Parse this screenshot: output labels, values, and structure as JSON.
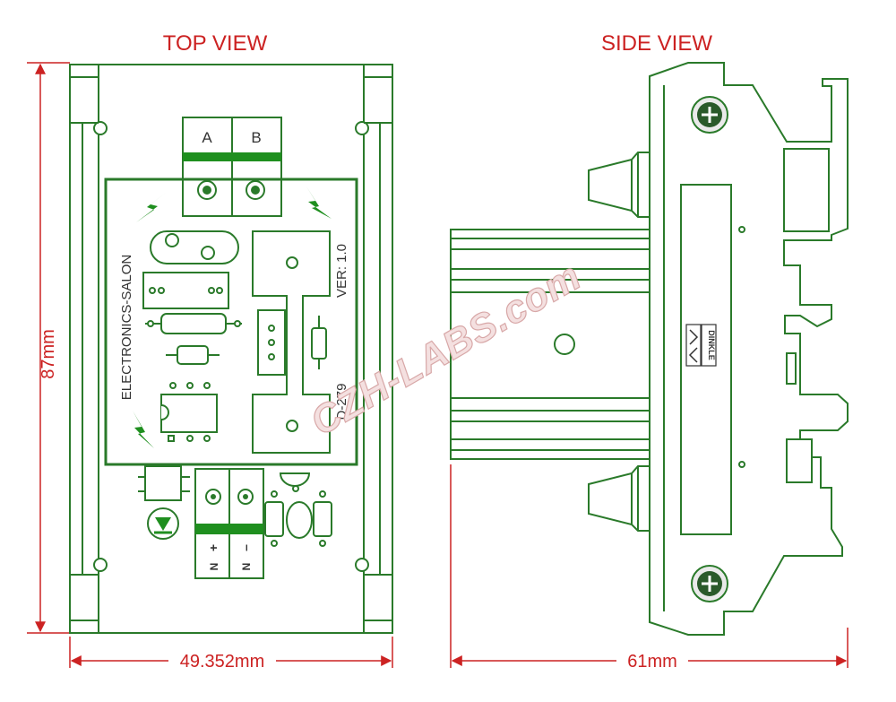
{
  "views": {
    "top_title": "TOP VIEW",
    "side_title": "SIDE VIEW"
  },
  "dimensions": {
    "height": "87mm",
    "top_width": "49.352mm",
    "side_width": "61mm"
  },
  "board": {
    "terminal_top_a": "A",
    "terminal_top_b": "B",
    "brand_vertical": "ELECTRONICS-SALON",
    "version": "VER: 1.0",
    "part_code": "D-279",
    "terminal_bottom_plus": "+",
    "terminal_bottom_minus": "–",
    "terminal_bottom_n1": "N",
    "terminal_bottom_n2": "N"
  },
  "side": {
    "rail_brand": "DINKLE"
  },
  "watermark": "CZH-LABS.com",
  "colors": {
    "dimension": "#cc2222",
    "outline": "#2a7a2a",
    "pcb_fill": "#ffffff",
    "housing_fill": "#ffffff",
    "accent_green": "#1f8f1f",
    "heatsink": "#ffffff"
  }
}
